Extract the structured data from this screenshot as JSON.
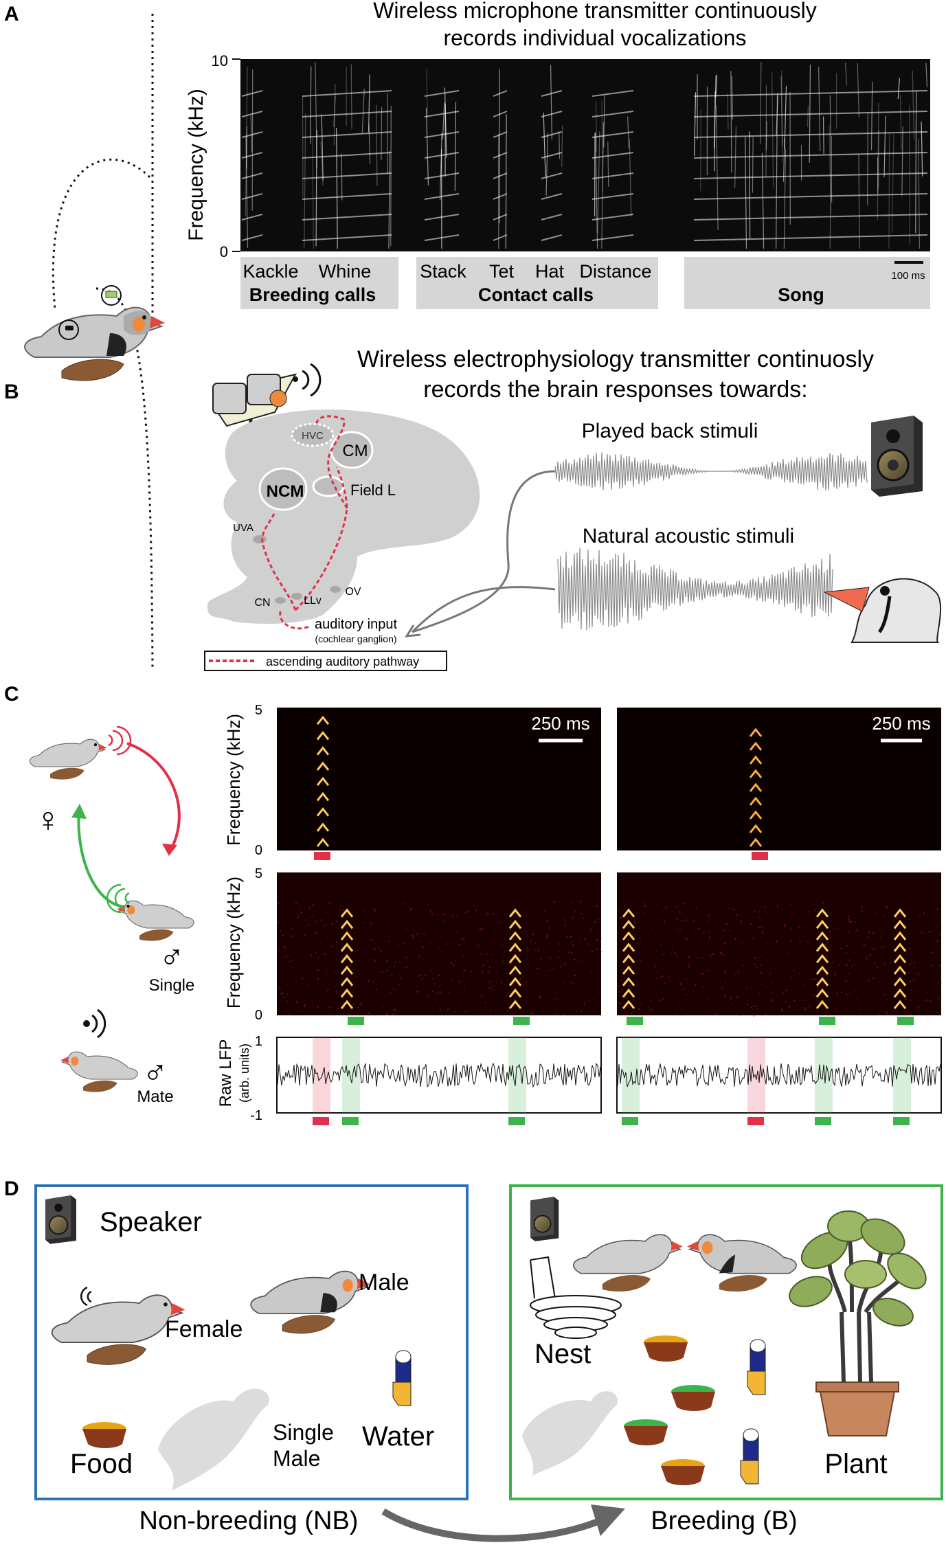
{
  "panels": {
    "a": {
      "letter": "A",
      "title_line1": "Wireless microphone transmitter continuously",
      "title_line2": "records individual vocalizations",
      "ylabel": "Frequency (kHz)",
      "y_max": "10",
      "y_min": "0",
      "call_names": [
        "Kackle",
        "Whine",
        "Stack",
        "Tet",
        "Hat",
        "Distance"
      ],
      "groups": [
        "Breeding calls",
        "Contact calls",
        "Song"
      ],
      "scale": "100 ms"
    },
    "b": {
      "letter": "B",
      "title_line1": "Wireless electrophysiology transmitter continuosly",
      "title_line2": "records the brain responses towards:",
      "brain_labels": {
        "hvc": "HVC",
        "cm": "CM",
        "ncm": "NCM",
        "field_l": "Field L",
        "uva": "UVA",
        "cn": "CN",
        "llv": "LLv",
        "ov": "OV"
      },
      "input_label": "auditory input",
      "input_sub": "(cochlear ganglion)",
      "legend": "ascending auditory pathway",
      "stim1": "Played back stimuli",
      "stim2": "Natural acoustic stimuli"
    },
    "c": {
      "letter": "C",
      "ylabel_freq": "Frequency (kHz)",
      "ylabel_lfp": "Raw LFP",
      "ylabel_lfp_units": "(arb. units)",
      "freq_max": "5",
      "freq_min": "0",
      "lfp_max": "1",
      "lfp_min": "-1",
      "scale": "250 ms",
      "female_symbol": "♀",
      "male_symbol": "♂",
      "single": "Single",
      "mate": "Mate"
    },
    "d": {
      "letter": "D",
      "nb": {
        "speaker": "Speaker",
        "female": "Female",
        "male": "Male",
        "single_1": "Single",
        "single_2": "Male",
        "water": "Water",
        "food": "Food"
      },
      "b": {
        "nest": "Nest",
        "plant": "Plant"
      },
      "nb_caption": "Non-breeding (NB)",
      "b_caption": "Breeding (B)"
    }
  },
  "colors": {
    "red": "#e0304a",
    "green": "#3cb44b",
    "blue": "#2a72b5",
    "gray": "#d4d4d4"
  }
}
